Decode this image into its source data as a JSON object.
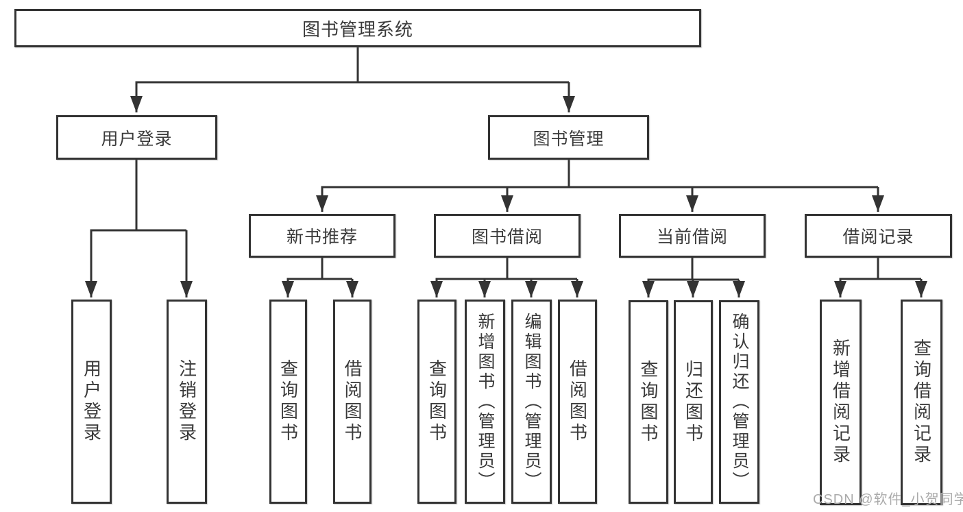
{
  "diagram_title": "图书管理系统",
  "nodes": {
    "root": "图书管理系统",
    "user_login": "用户登录",
    "book_mgmt": "图书管理",
    "new_book_rec": "新书推荐",
    "book_borrow": "图书借阅",
    "current_borrow": "当前借阅",
    "borrow_records": "借阅记录",
    "user_login_child_login": "用户登录",
    "user_login_child_logout": "注销登录",
    "new_book_rec_child_query": "查询图书",
    "new_book_rec_child_borrow": "借阅图书",
    "book_borrow_child_query": "查询图书",
    "book_borrow_child_add": "新增图书（管理员）",
    "book_borrow_child_edit": "编辑图书（管理员）",
    "book_borrow_child_borrow": "借阅图书",
    "current_borrow_child_query": "查询图书",
    "current_borrow_child_return": "归还图书",
    "current_borrow_child_confirm": "确认归还（管理员）",
    "borrow_records_child_add": "新增借阅记录",
    "borrow_records_child_query": "查询借阅记录"
  },
  "hierarchy": {
    "图书管理系统": {
      "用户登录": [
        "用户登录",
        "注销登录"
      ],
      "图书管理": {
        "新书推荐": [
          "查询图书",
          "借阅图书"
        ],
        "图书借阅": [
          "查询图书",
          "新增图书（管理员）",
          "编辑图书（管理员）",
          "借阅图书"
        ],
        "当前借阅": [
          "查询图书",
          "归还图书",
          "确认归还（管理员）"
        ],
        "借阅记录": [
          "新增借阅记录",
          "查询借阅记录"
        ]
      }
    }
  },
  "watermark": {
    "text": "CSDN @软件_小贺同学"
  },
  "colors": {
    "line": "#333333",
    "box_border": "#333333",
    "text": "#3a3a3a",
    "background": "#ffffff",
    "watermark": "#ababab"
  }
}
